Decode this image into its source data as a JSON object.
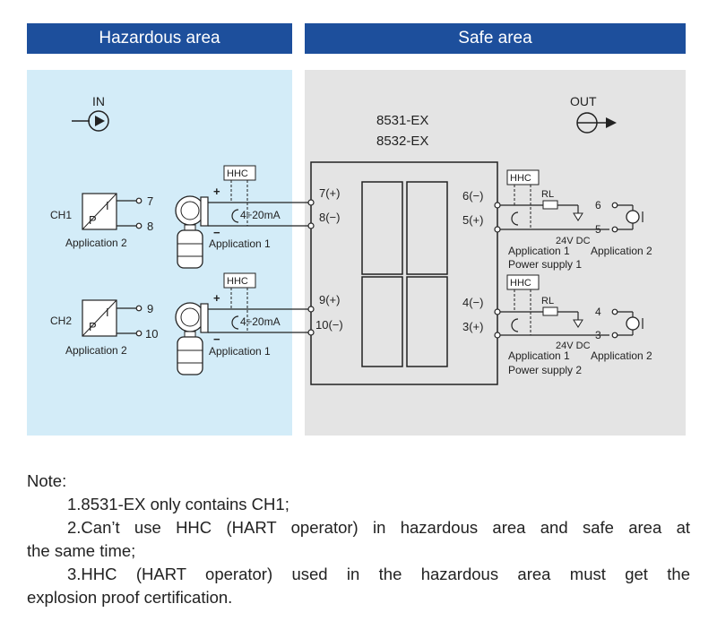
{
  "headers": {
    "hazardous": "Hazardous area",
    "safe": "Safe area"
  },
  "io": {
    "in": "IN",
    "out": "OUT"
  },
  "models": {
    "line1": "8531-EX",
    "line2": "8532-EX"
  },
  "hhc": "HHC",
  "current": "4÷20mA",
  "ch1": {
    "name": "CH1",
    "app2": "Application 2",
    "app1": "Application 1",
    "t_a": "7",
    "t_b": "8",
    "in_pos": "7(+)",
    "in_neg": "8(−)",
    "out_neg": "6(−)",
    "out_pos": "5(+)",
    "load_a": "6",
    "load_b": "5",
    "voltage": "24V DC",
    "safe_app1": "Application 1",
    "safe_app2": "Application 2",
    "supply": "Power supply 1"
  },
  "ch2": {
    "name": "CH2",
    "app2": "Application 2",
    "app1": "Application 1",
    "t_a": "9",
    "t_b": "10",
    "in_pos": "9(+)",
    "in_neg": "10(−)",
    "out_neg": "4(−)",
    "out_pos": "3(+)",
    "load_a": "4",
    "load_b": "3",
    "voltage": "24V DC",
    "safe_app1": "Application 1",
    "safe_app2": "Application 2",
    "supply": "Power supply 2"
  },
  "symbols": {
    "p": "P",
    "i": "I",
    "plus": "+",
    "minus": "−",
    "rl": "RL"
  },
  "notes": {
    "title": "Note:",
    "n1": "1.8531-EX only contains CH1;",
    "n2a": "2.Can’t use HHC (HART operator) in hazardous area and safe area at",
    "n2b": "the same time;",
    "n3a": "3.HHC (HART operator) used in the hazardous area must get the",
    "n3b": "explosion proof certification."
  }
}
